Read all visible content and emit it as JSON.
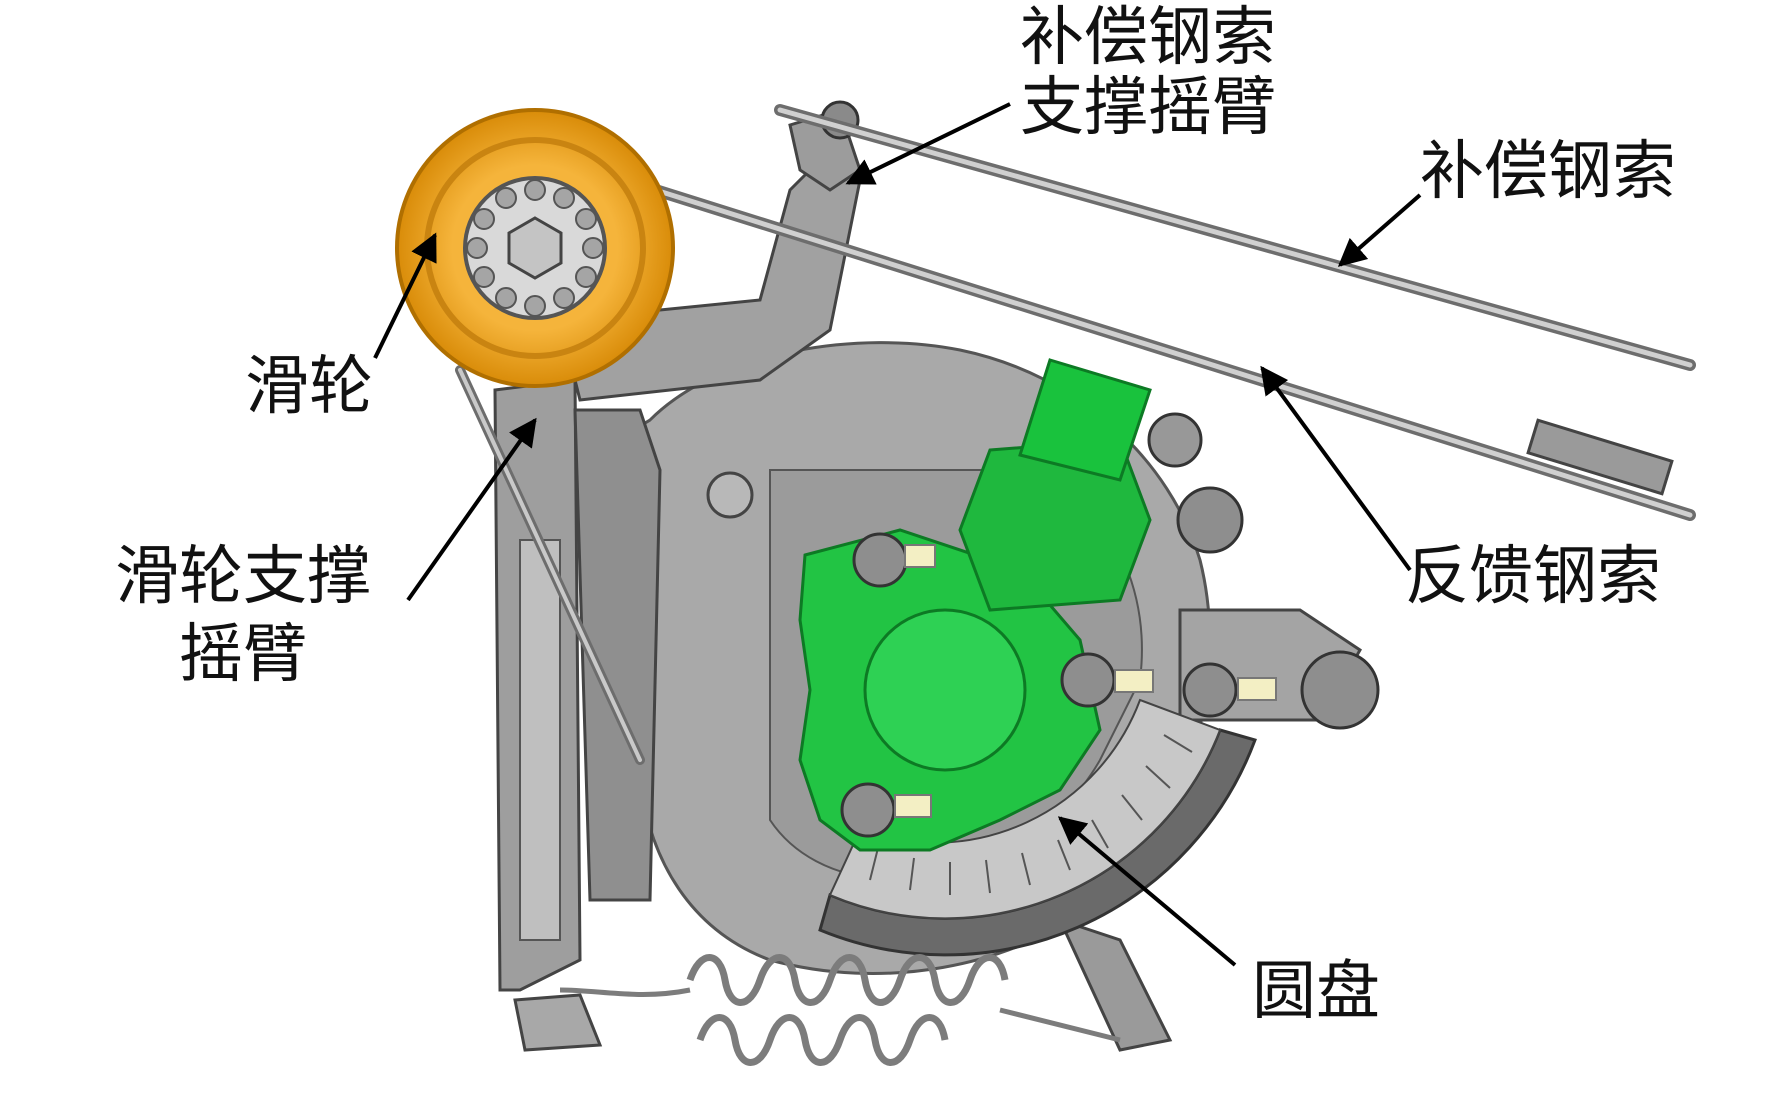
{
  "diagram": {
    "labels": {
      "comp_cable_arm": [
        "补偿钢索",
        "支撑摇臂"
      ],
      "comp_cable": "补偿钢索",
      "pulley": "滑轮",
      "pulley_arm": [
        "滑轮支撑",
        "摇臂"
      ],
      "feedback_cable": "反馈钢索",
      "disc": "圆盘"
    },
    "colors": {
      "background": "#ffffff",
      "housing": "#a3a3a3",
      "housing_dark": "#6f6f6f",
      "pulley": "#eda21b",
      "bracket": "#19c23d",
      "cable": "#9a9a9a",
      "arrow": "#000000"
    }
  }
}
